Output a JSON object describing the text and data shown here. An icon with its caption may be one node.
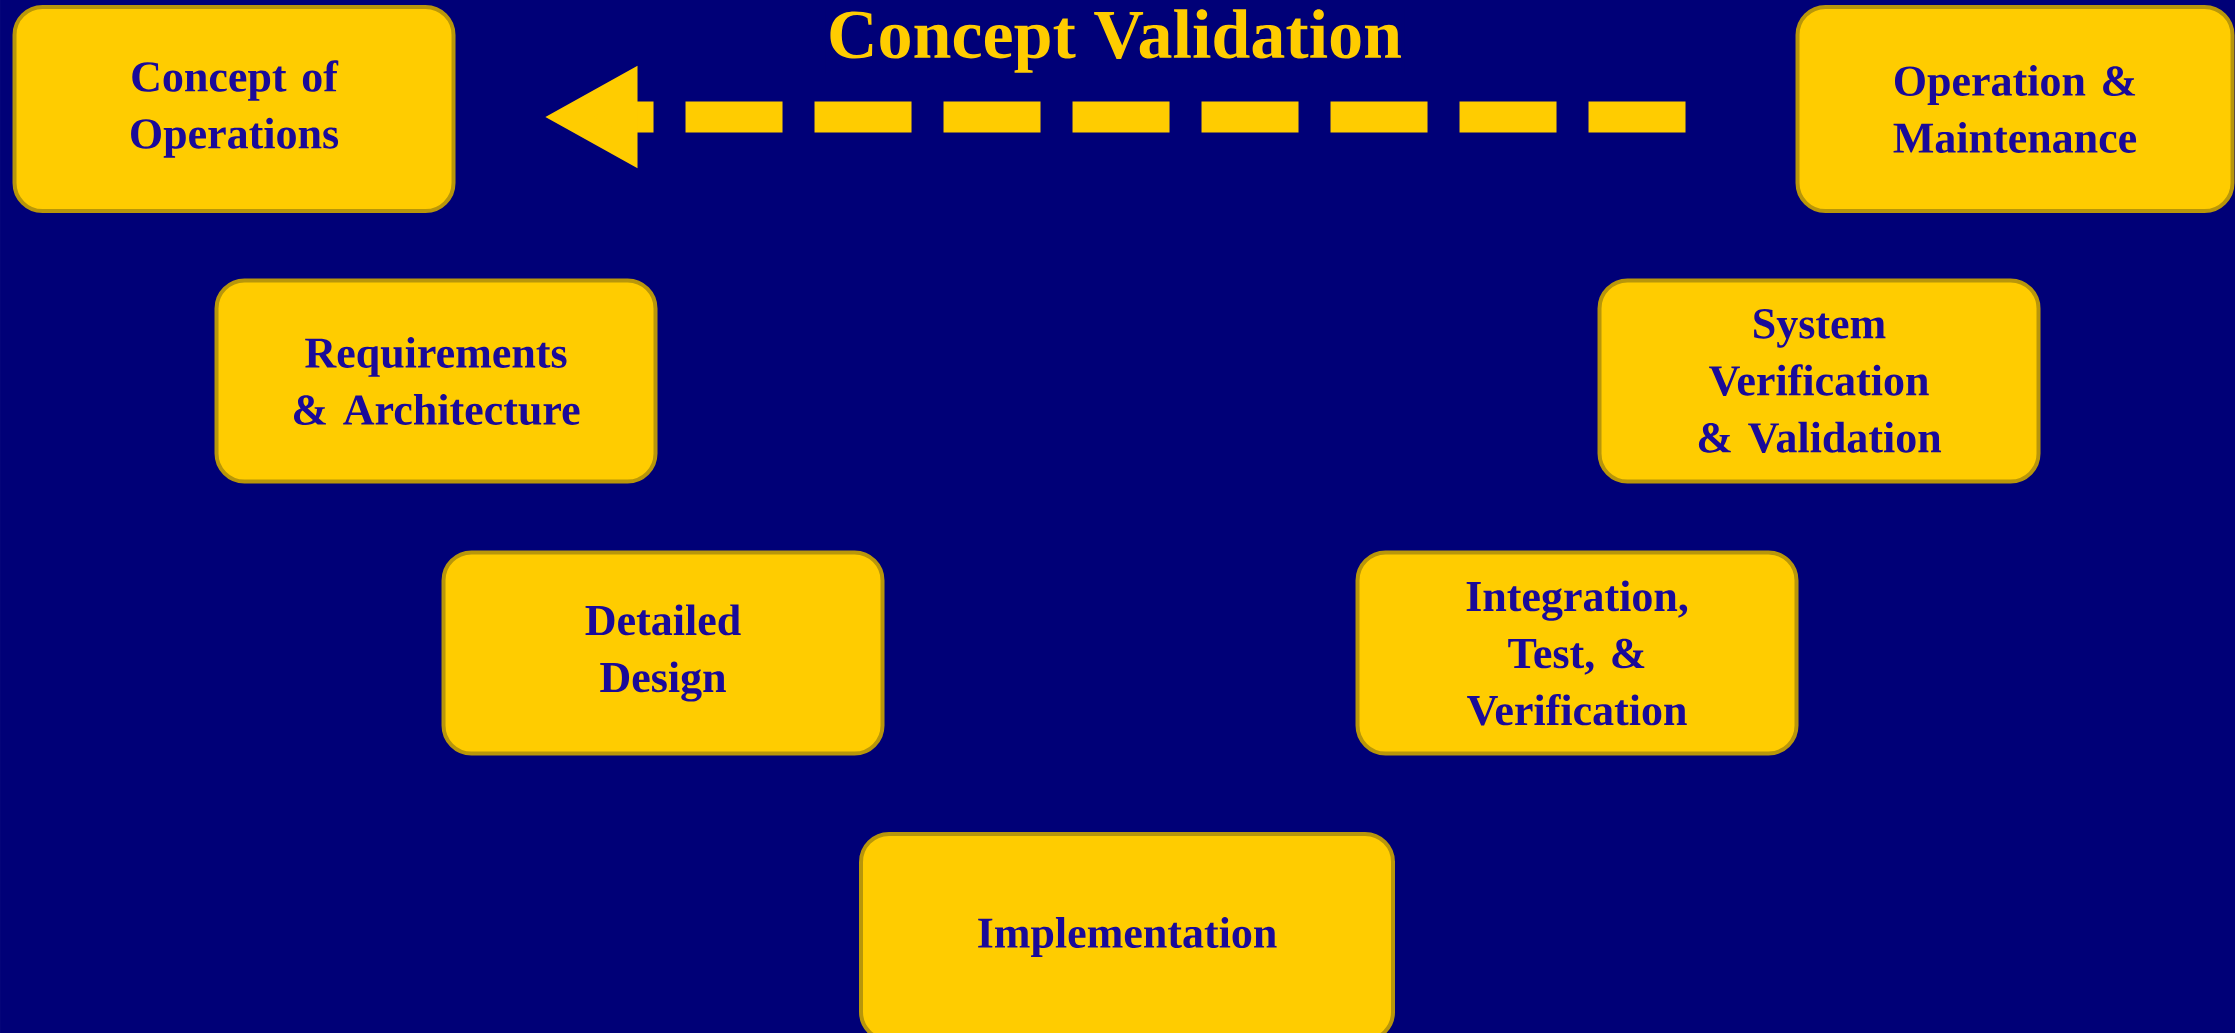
{
  "diagram": {
    "nodes": [
      {
        "text": [
          "Concept of Operations"
        ]
      },
      {
        "text": [
          "Operation & Maintenance"
        ]
      },
      {
        "text": [
          "Requirements & Architecture"
        ]
      },
      {
        "text": [
          "System Verification & Validation"
        ]
      },
      {
        "text": [
          "Detailed Design"
        ]
      },
      {
        "text": [
          "Integration, Test, & Verification"
        ]
      },
      {
        "text": [
          "Implementation"
        ]
      }
    ],
    "edges": [
      {
        "from": 1,
        "to": 0,
        "arrow": "to",
        "style": "dashed",
        "label": "Concept Validation"
      }
    ]
  }
}
